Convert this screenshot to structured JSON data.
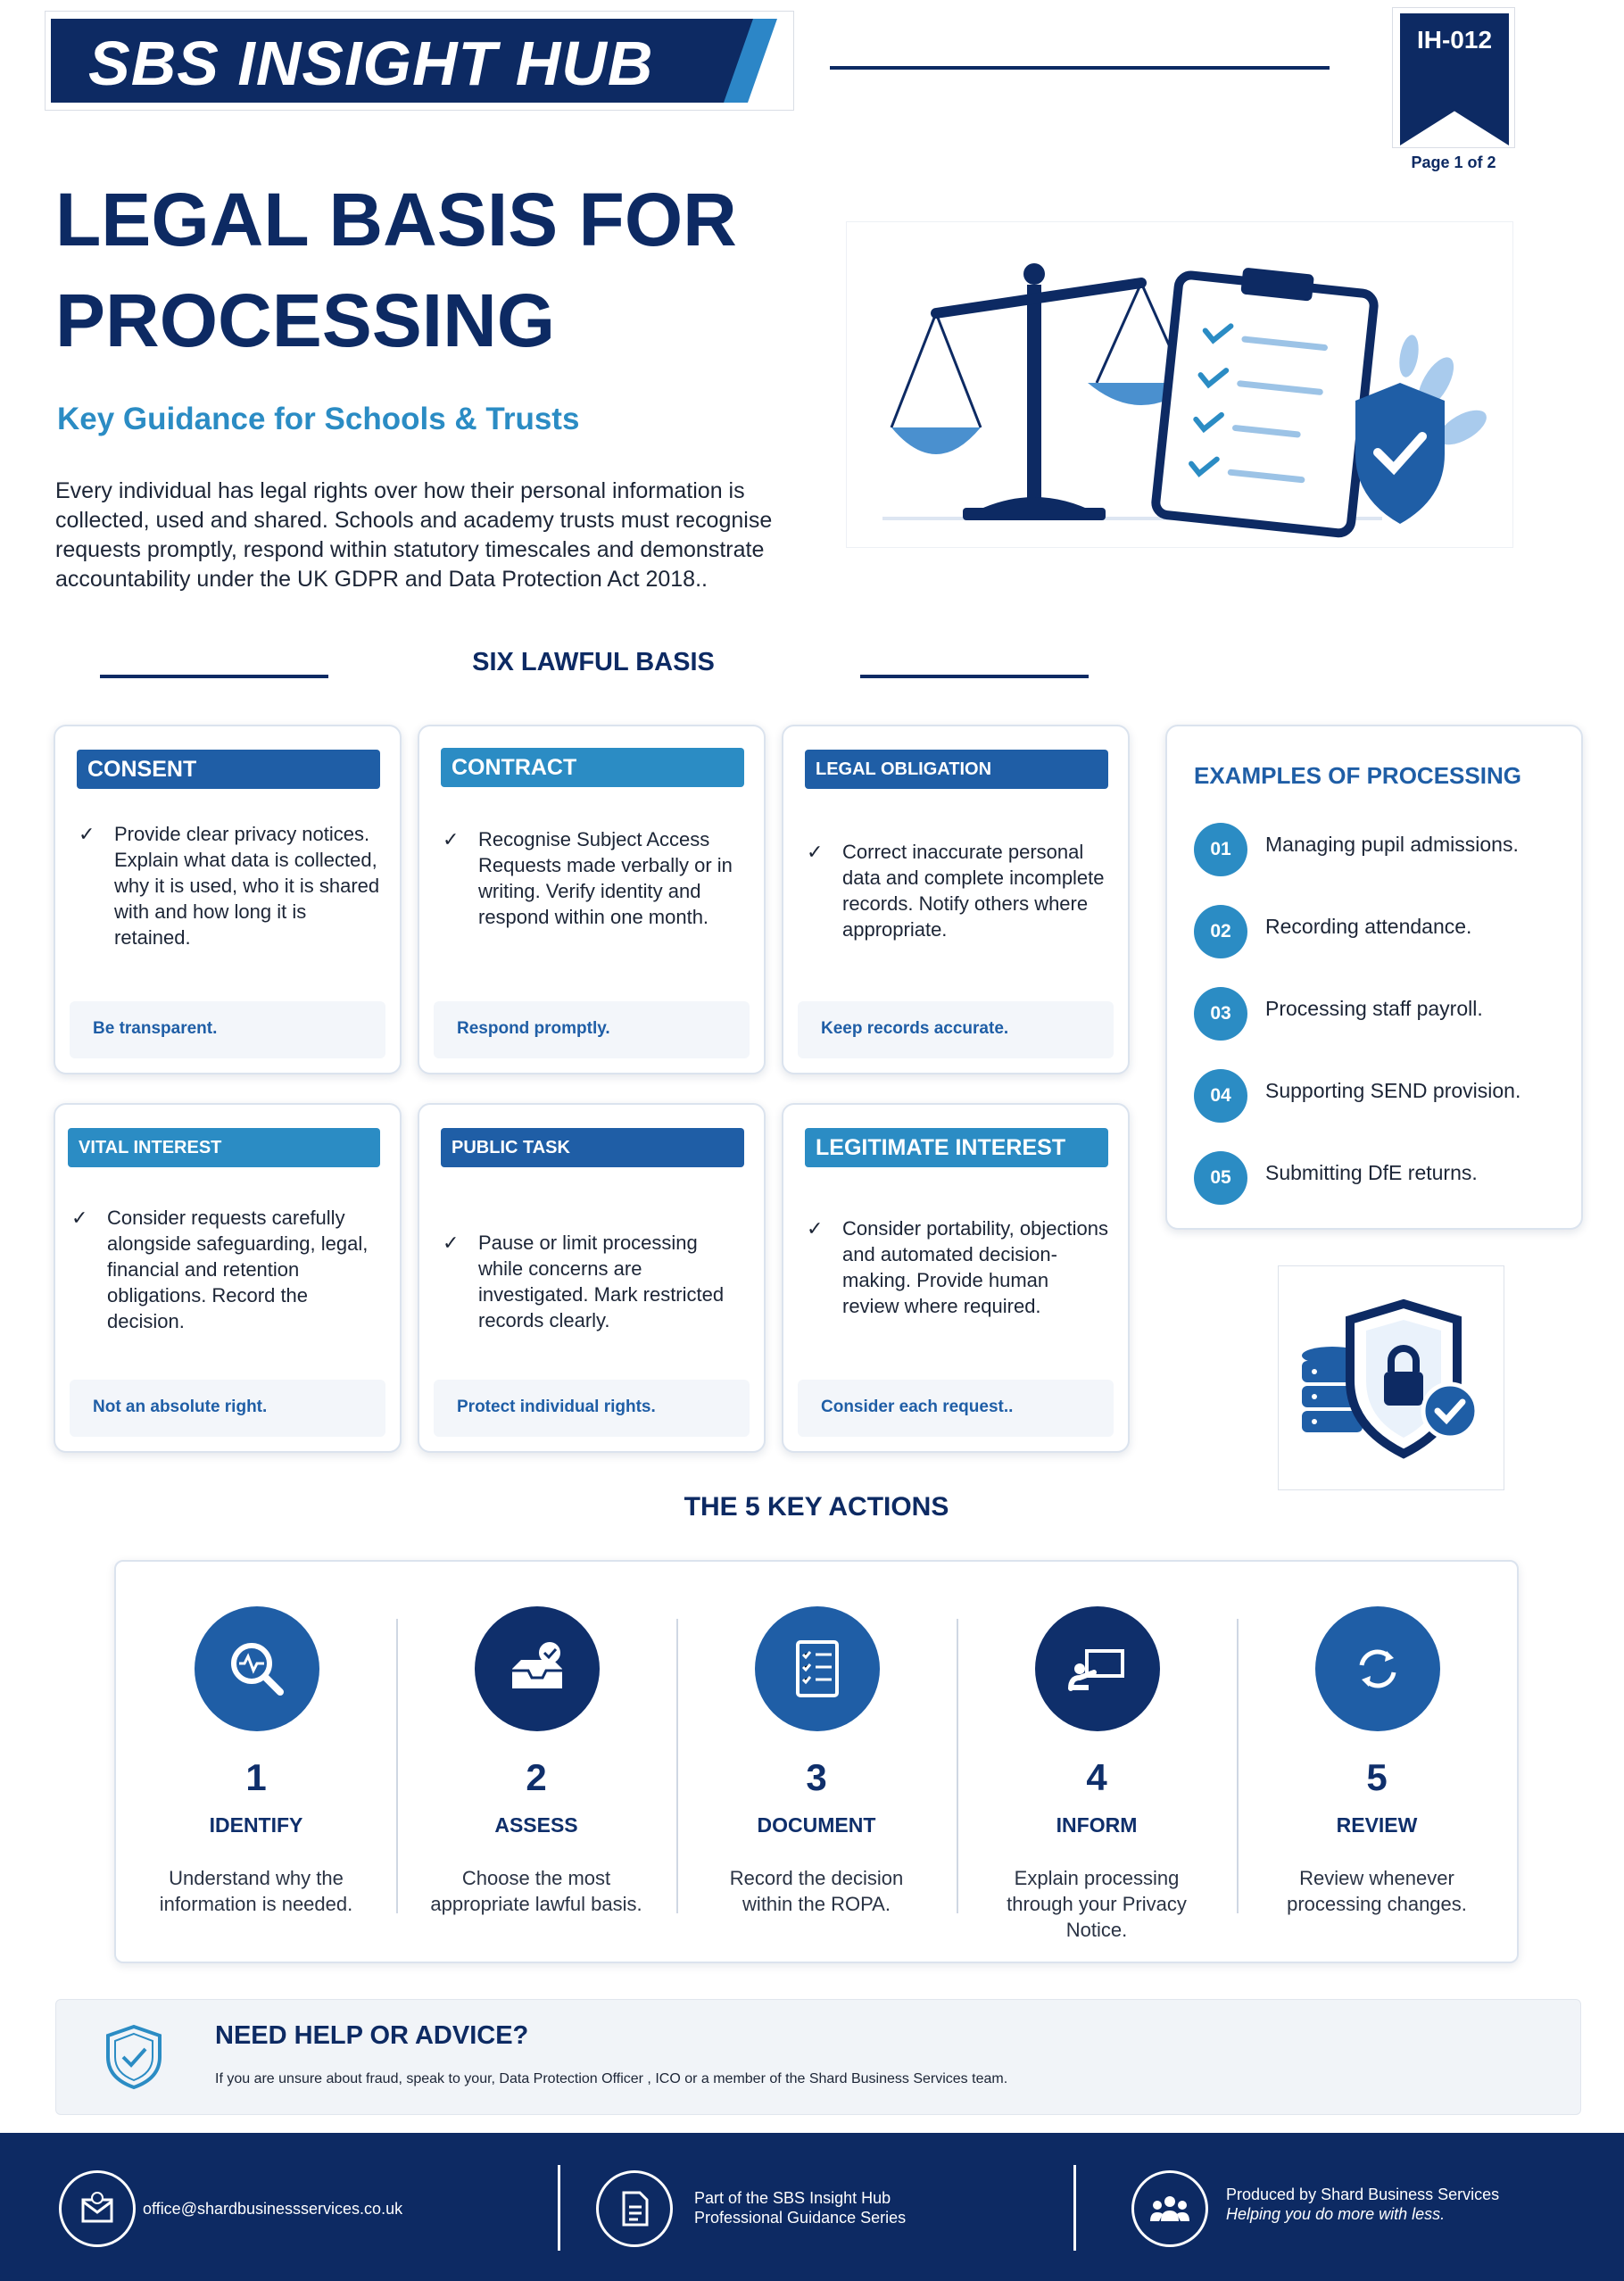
{
  "header": {
    "brand": "SBS INSIGHT HUB",
    "doc_code": "IH-012",
    "page_indicator": "Page 1 of 2"
  },
  "title_line1": "LEGAL BASIS FOR",
  "title_line2": "PROCESSING",
  "subtitle": "Key Guidance for Schools & Trusts",
  "intro": "Every individual has legal rights over how their personal information is collected, used and shared. Schools and academy trusts must recognise requests promptly, respond within statutory timescales and demonstrate accountability under the UK GDPR and Data Protection Act 2018..",
  "lawful_section_title": "SIX LAWFUL BASIS",
  "cards": [
    {
      "tag": "CONSENT",
      "tag_color": "#1f5ea6",
      "text": "Provide clear privacy notices. Explain what data is collected, why it is used, who it is shared with and how long it is retained.",
      "footer": "Be transparent."
    },
    {
      "tag": "CONTRACT",
      "tag_color": "#2b8cc4",
      "text": "Recognise Subject Access Requests made verbally or in writing. Verify identity and respond within one month.",
      "footer": "Respond promptly."
    },
    {
      "tag": "LEGAL OBLIGATION",
      "tag_color": "#1f5ea6",
      "text": "Correct inaccurate personal data and complete incomplete records. Notify others where appropriate.",
      "footer": "Keep records accurate."
    },
    {
      "tag": "VITAL INTEREST",
      "tag_color": "#2b8cc4",
      "text": "Consider requests carefully alongside safeguarding, legal, financial and retention obligations. Record the decision.",
      "footer": "Not an absolute right."
    },
    {
      "tag": "PUBLIC TASK",
      "tag_color": "#1f5ea6",
      "text": "Pause or limit processing while concerns are investigated. Mark restricted records clearly.",
      "footer": "Protect individual rights."
    },
    {
      "tag": "LEGITIMATE INTEREST",
      "tag_color": "#2b8cc4",
      "text": "Consider portability, objections and automated decision-making. Provide human review where required.",
      "footer": "Consider each request.."
    }
  ],
  "examples": {
    "title": "EXAMPLES OF PROCESSING",
    "items": [
      {
        "num": "01",
        "text": "Managing pupil admissions."
      },
      {
        "num": "02",
        "text": "Recording attendance."
      },
      {
        "num": "03",
        "text": "Processing staff payroll."
      },
      {
        "num": "04",
        "text": "Supporting SEND provision."
      },
      {
        "num": "05",
        "text": "Submitting DfE returns."
      }
    ]
  },
  "actions_title": "THE 5 KEY ACTIONS",
  "actions": [
    {
      "num": "1",
      "label": "IDENTIFY",
      "desc": "Understand why the information is needed.",
      "icon": "magnifier-pulse-icon"
    },
    {
      "num": "2",
      "label": "ASSESS",
      "desc": "Choose the most appropriate lawful basis.",
      "icon": "inbox-check-icon"
    },
    {
      "num": "3",
      "label": "DOCUMENT",
      "desc": "Record the decision within the ROPA.",
      "icon": "checklist-icon"
    },
    {
      "num": "4",
      "label": "INFORM",
      "desc": "Explain processing through your Privacy Notice.",
      "icon": "presenter-icon"
    },
    {
      "num": "5",
      "label": "REVIEW",
      "desc": "Review whenever processing changes.",
      "icon": "refresh-icon"
    }
  ],
  "help": {
    "title": "NEED HELP OR ADVICE?",
    "text": "If you are unsure about fraud, speak to your, Data Protection Officer , ICO or a member of the Shard Business Services team."
  },
  "footer": {
    "email": "office@shardbusinessservices.co.uk",
    "series_line1": "Part of the SBS Insight Hub",
    "series_line2": "Professional Guidance Series",
    "producer_line1": "Produced by Shard Business Services",
    "producer_line2": "Helping you do more with less."
  },
  "colors": {
    "navy": "#0d2a63",
    "accent_blue": "#2b8cc4",
    "mid_blue": "#1f5ea6"
  }
}
